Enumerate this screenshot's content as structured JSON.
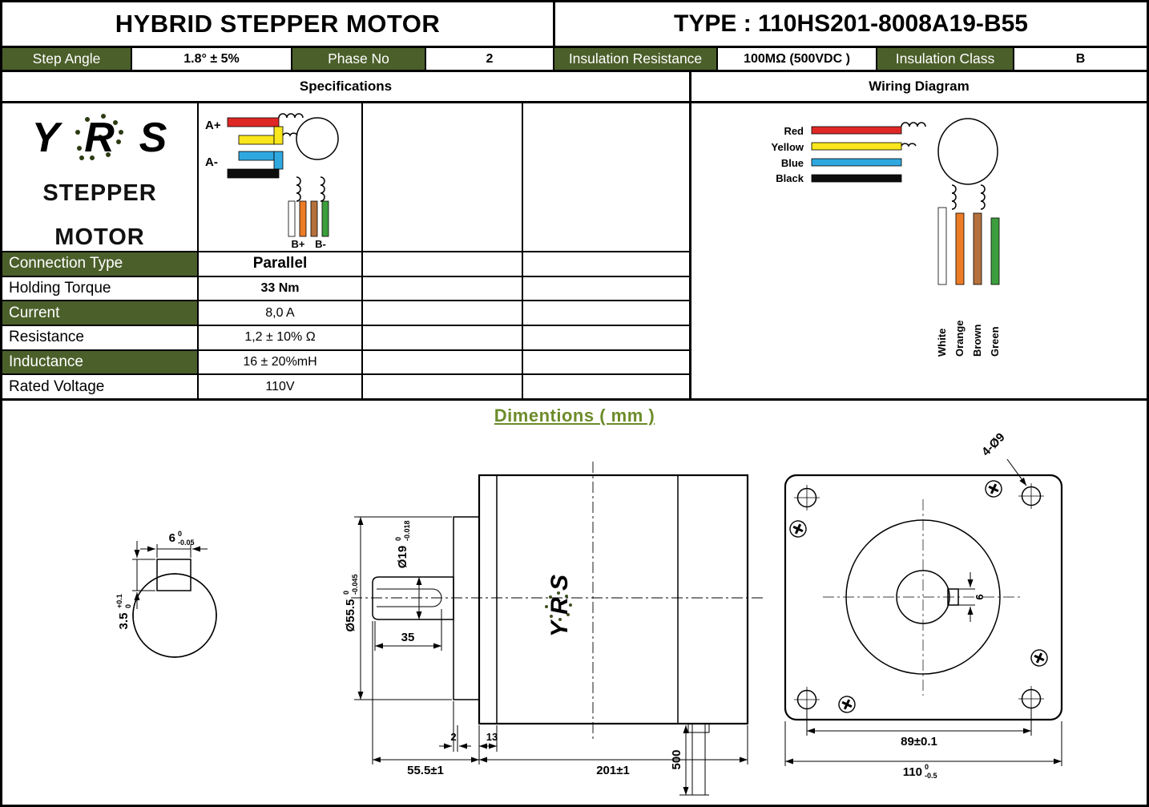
{
  "colors": {
    "table_green": "#4b5f2a",
    "brand_green": "#7d9c31",
    "dims_title_green": "#6d8c2a"
  },
  "header": {
    "title": "HYBRID STEPPER MOTOR",
    "type": "TYPE : 110HS201-8008A19-B55"
  },
  "params": [
    {
      "label": "Step Angle",
      "value": "1.8° ± 5%"
    },
    {
      "label": "Phase No",
      "value": "2"
    },
    {
      "label": "Insulation Resistance",
      "value": "100MΩ  (500VDC )"
    },
    {
      "label": "Insulation Class",
      "value": "B"
    }
  ],
  "sections": {
    "specifications": "Specifications",
    "wiring": "Wiring Diagram",
    "dimensions": "Dimentions ( mm )"
  },
  "brand": {
    "y": "Y",
    "r": "R",
    "s": "S",
    "line1": "STEPPER",
    "line2": "MOTOR"
  },
  "schematic": {
    "a_plus": "A+",
    "a_minus": "A-",
    "b_plus": "B+",
    "b_minus": "B-"
  },
  "spec_rows": [
    {
      "label": "Connection Type",
      "value": "Parallel"
    },
    {
      "label": "Holding Torque",
      "value": "33 Nm"
    },
    {
      "label": "Current",
      "value": "8,0 A"
    },
    {
      "label": "Resistance",
      "value": "1,2 ± 10% Ω"
    },
    {
      "label": "Inductance",
      "value": "16  ±  20%mH"
    },
    {
      "label": "Rated Voltage",
      "value": "110V"
    }
  ],
  "wiring": {
    "wires": [
      {
        "name": "Red",
        "color": "#df2826"
      },
      {
        "name": "Yellow",
        "color": "#f9e61c"
      },
      {
        "name": "Blue",
        "color": "#2fa8e0"
      },
      {
        "name": "Black",
        "color": "#0d0d0d"
      }
    ],
    "leads": [
      {
        "name": "White",
        "color": "#ffffff"
      },
      {
        "name": "Orange",
        "color": "#ec7c25"
      },
      {
        "name": "Brown",
        "color": "#b5713d"
      },
      {
        "name": "Green",
        "color": "#3c9e3c"
      }
    ]
  },
  "dims": {
    "section": {
      "width": "6",
      "width_tol_top": "0",
      "width_tol_bot": "-0.05",
      "depth": "3.5",
      "depth_tol_top": "+0.1",
      "depth_tol_bot": "0"
    },
    "side": {
      "shaft_dia": "Ø19",
      "shaft_tol_top": "0",
      "shaft_tol_bot": "-0.018",
      "boss_dia": "Ø55.5",
      "boss_tol_top": "0",
      "boss_tol_bot": "-0.045",
      "flat_len": "35",
      "lip": "2",
      "cap": "13",
      "shaft_len": "55.5±1",
      "body_len": "201±1",
      "cable_len": "500"
    },
    "front": {
      "hole_pitch": "89±0.1",
      "body_width": "110",
      "body_tol_top": "0",
      "body_tol_bot": "-0.5",
      "holes": "4-Ø9",
      "key_width": "6"
    }
  }
}
